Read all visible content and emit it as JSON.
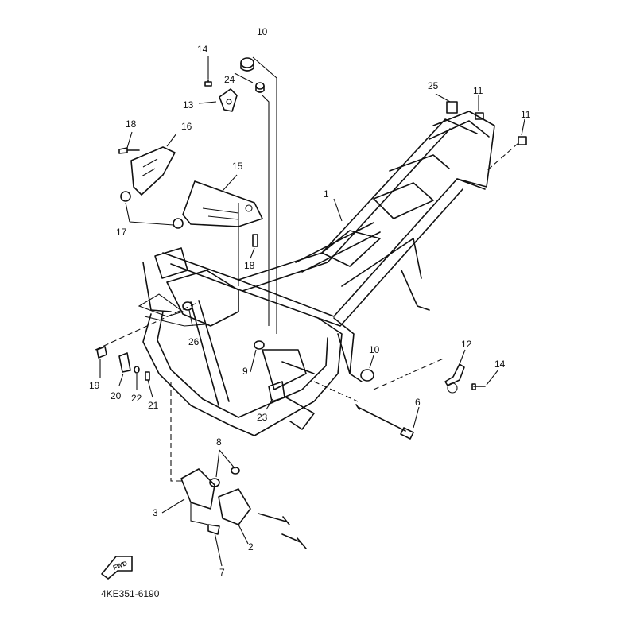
{
  "diagram": {
    "code": "4KE351-6190",
    "fwd_label": "FWD",
    "callouts": [
      {
        "id": "c1",
        "text": "1"
      },
      {
        "id": "c2",
        "text": "2"
      },
      {
        "id": "c3",
        "text": "3"
      },
      {
        "id": "c6",
        "text": "6"
      },
      {
        "id": "c7",
        "text": "7"
      },
      {
        "id": "c8",
        "text": "8"
      },
      {
        "id": "c9",
        "text": "9"
      },
      {
        "id": "c10a",
        "text": "10"
      },
      {
        "id": "c10b",
        "text": "10"
      },
      {
        "id": "c11a",
        "text": "11"
      },
      {
        "id": "c11b",
        "text": "11"
      },
      {
        "id": "c12",
        "text": "12"
      },
      {
        "id": "c13",
        "text": "13"
      },
      {
        "id": "c14a",
        "text": "14"
      },
      {
        "id": "c14b",
        "text": "14"
      },
      {
        "id": "c15",
        "text": "15"
      },
      {
        "id": "c16",
        "text": "16"
      },
      {
        "id": "c17",
        "text": "17"
      },
      {
        "id": "c18a",
        "text": "18"
      },
      {
        "id": "c18b",
        "text": "18"
      },
      {
        "id": "c19",
        "text": "19"
      },
      {
        "id": "c20",
        "text": "20"
      },
      {
        "id": "c21",
        "text": "21"
      },
      {
        "id": "c22",
        "text": "22"
      },
      {
        "id": "c23",
        "text": "23"
      },
      {
        "id": "c24",
        "text": "24"
      },
      {
        "id": "c25",
        "text": "25"
      },
      {
        "id": "c26",
        "text": "26"
      }
    ]
  }
}
